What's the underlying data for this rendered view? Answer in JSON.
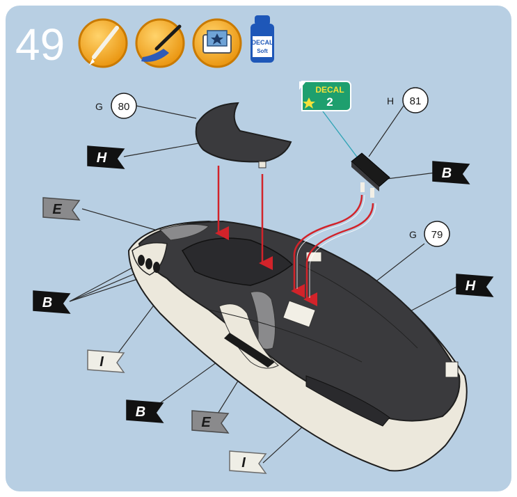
{
  "step": {
    "number": "49"
  },
  "tool_icons": [
    {
      "name": "glue-brush-icon"
    },
    {
      "name": "paint-brush-icon"
    },
    {
      "name": "decal-water-tray-icon"
    },
    {
      "name": "decal-softener-bottle-icon",
      "text_line1": "DECAL",
      "text_line2": "Soft"
    }
  ],
  "decal_tag": {
    "text": "DECAL",
    "number": "2"
  },
  "part_callouts": [
    {
      "id": "G80",
      "letter": "G",
      "number": "80"
    },
    {
      "id": "H81",
      "letter": "H",
      "number": "81"
    },
    {
      "id": "G79",
      "letter": "G",
      "number": "79"
    }
  ],
  "color_flags": [
    {
      "id": "flag-h-top",
      "letter": "H",
      "style": "black"
    },
    {
      "id": "flag-b-right",
      "letter": "B",
      "style": "black"
    },
    {
      "id": "flag-e-left",
      "letter": "E",
      "style": "grey"
    },
    {
      "id": "flag-h-right",
      "letter": "H",
      "style": "black"
    },
    {
      "id": "flag-b-left",
      "letter": "B",
      "style": "black"
    },
    {
      "id": "flag-i-left",
      "letter": "I",
      "style": "white"
    },
    {
      "id": "flag-b-bottom",
      "letter": "B",
      "style": "black"
    },
    {
      "id": "flag-e-bottom",
      "letter": "E",
      "style": "grey"
    },
    {
      "id": "flag-i-bottom",
      "letter": "I",
      "style": "white"
    }
  ],
  "colors": {
    "background": "#b8cfe3",
    "frame": "#ffffff",
    "hull_dark": "#3a3a3d",
    "hull_light": "#ece8dc",
    "arrow": "#d2232a",
    "icon_orange": "#f2a31b",
    "decal_green": "#1e9f6e",
    "flag_grey": "#8a8a8c"
  }
}
